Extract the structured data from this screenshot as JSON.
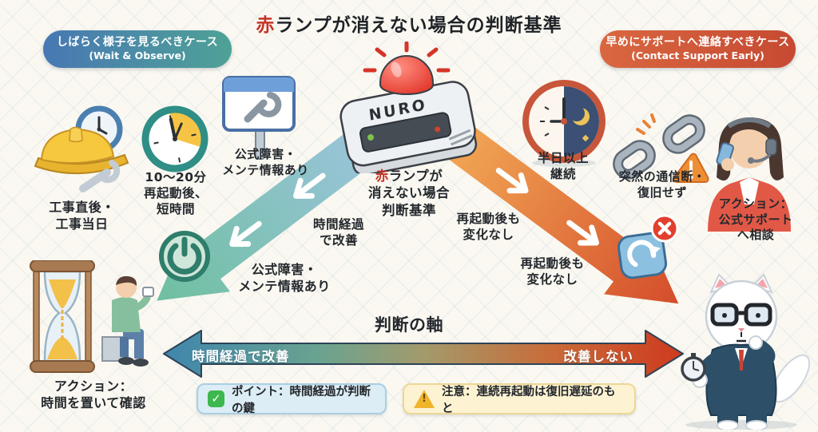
{
  "title": {
    "accent": "赤",
    "rest": "ランプが消えない場合の判断基準"
  },
  "badge_left": {
    "line1": "しばらく様子を見るべきケース",
    "line2": "(Wait & Observe)"
  },
  "badge_right": {
    "line1": "早めにサポートへ連絡すべきケース",
    "line2": "(Contact Support Early)"
  },
  "router": {
    "brand": "NURO"
  },
  "center_caption": {
    "accent": "赤",
    "line1": "ランプが",
    "line2": "消えない場合",
    "line3": "判断基準"
  },
  "wait_side": {
    "construction_label": [
      "工事直後・",
      "工事当日"
    ],
    "clock_label": [
      "10〜20分",
      "再起動後、",
      "短時間"
    ],
    "maintenance_label": [
      "公式障害・",
      "メンテ情報あり"
    ],
    "improve_note": [
      "時間経過",
      "で改善"
    ],
    "maintenance_note": [
      "公式障害・",
      "メンテ情報あり"
    ],
    "action_label": [
      "アクション：",
      "時間を置いて確認"
    ]
  },
  "support_side": {
    "halfday_label": [
      "半日以上",
      "継続"
    ],
    "disconnect_label": [
      "突然の通信断・",
      "復旧せず"
    ],
    "no_change_note1": [
      "再起動後も",
      "変化なし"
    ],
    "no_change_note2": [
      "再起動後も",
      "変化なし"
    ],
    "action_label": [
      "アクション：",
      "公式サポート",
      "へ相談"
    ]
  },
  "axis": {
    "title": "判断の軸",
    "left_label": "時間経過で改善",
    "right_label": "改善しない"
  },
  "footer": {
    "point": "ポイント：時間経過が判断の鍵",
    "caution": "注意：連続再起動は復旧遅延のもと"
  },
  "icons": {
    "check": "✓",
    "caution_mark": "!",
    "close_mark": "✕"
  },
  "colors": {
    "accent_red": "#c53326",
    "badge_left_start": "#4878b4",
    "badge_left_end": "#4ea296",
    "badge_right_start": "#d96740",
    "badge_right_end": "#c64a32",
    "arrow_wait_start": "#9ac4da",
    "arrow_wait_end": "#6fbfa0",
    "arrow_support_start": "#f2a855",
    "arrow_support_end": "#d44d2b",
    "point_green": "#3cb84e",
    "caution_yellow": "#f0b429",
    "lamp_red": "#e03226"
  }
}
